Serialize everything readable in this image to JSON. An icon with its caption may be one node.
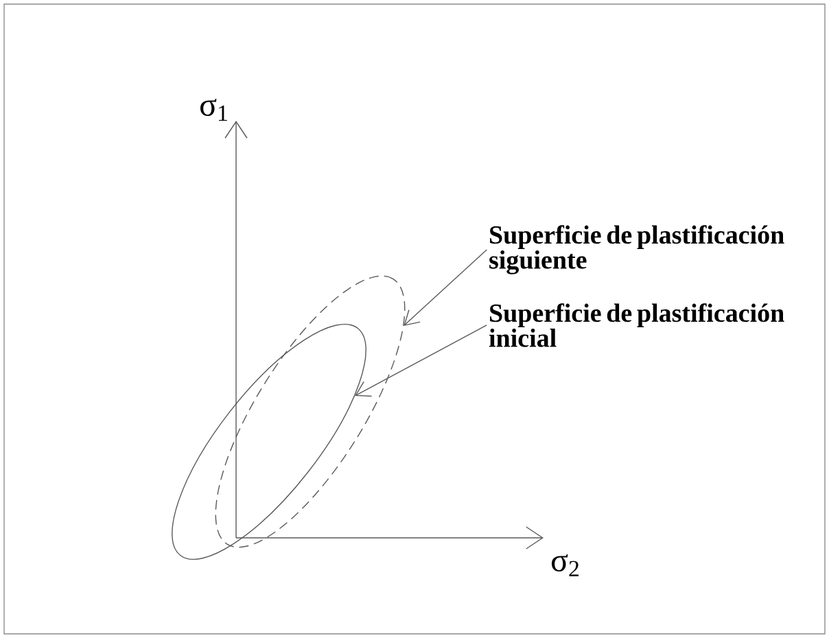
{
  "diagram": {
    "nodes": [
      {
        "text": [
          "Superficie de plastificación siguiente"
        ]
      },
      {
        "text": [],
        "shape": "ellipse"
      },
      {
        "text": [
          "Superficie de plastificación inicial"
        ]
      },
      {
        "text": [],
        "shape": "ellipse"
      }
    ],
    "edges": [
      {
        "from": 0,
        "to": 1,
        "arrow": "to"
      },
      {
        "from": 2,
        "to": 3,
        "arrow": "to"
      }
    ],
    "labels": [
      "σ$_{1}$",
      "σ$_{2}$"
    ]
  }
}
